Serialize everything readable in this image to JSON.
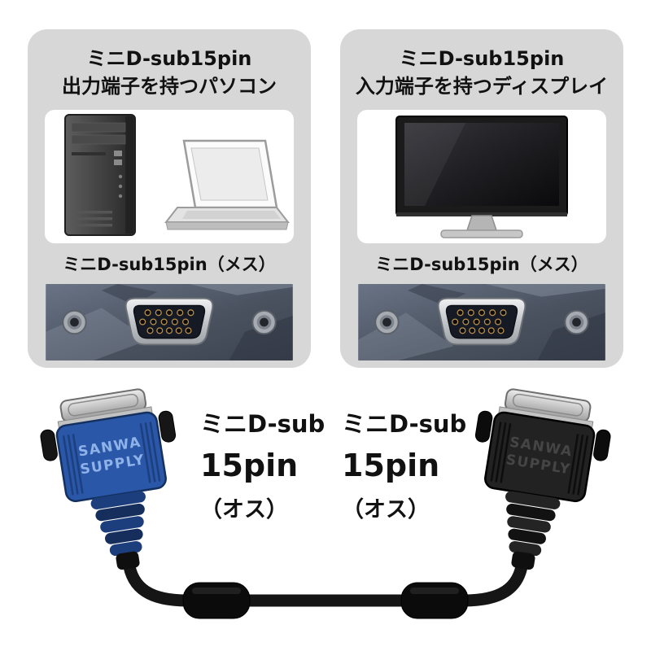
{
  "panels": {
    "pc": {
      "title_line1": "ミニD-sub15pin",
      "title_line2": "出力端子を持つパソコン",
      "connector_label": "ミニD-sub15pin（メス）"
    },
    "display": {
      "title_line1": "ミニD-sub15pin",
      "title_line2": "入力端子を持つディスプレイ",
      "connector_label": "ミニD-sub15pin（メス）"
    }
  },
  "cable": {
    "male_left": {
      "line1": "ミニD-sub",
      "line2": "15pin",
      "line3": "（オス）"
    },
    "male_right": {
      "line1": "ミニD-sub",
      "line2": "15pin",
      "line3": "（オス）"
    },
    "brand": {
      "line1": "SANWA",
      "line2": "SUPPLY"
    }
  },
  "colors": {
    "panel_background": "#d7d7d7",
    "blue_connector": "#2b57a8",
    "black_connector": "#222222",
    "cable": "#151515"
  }
}
